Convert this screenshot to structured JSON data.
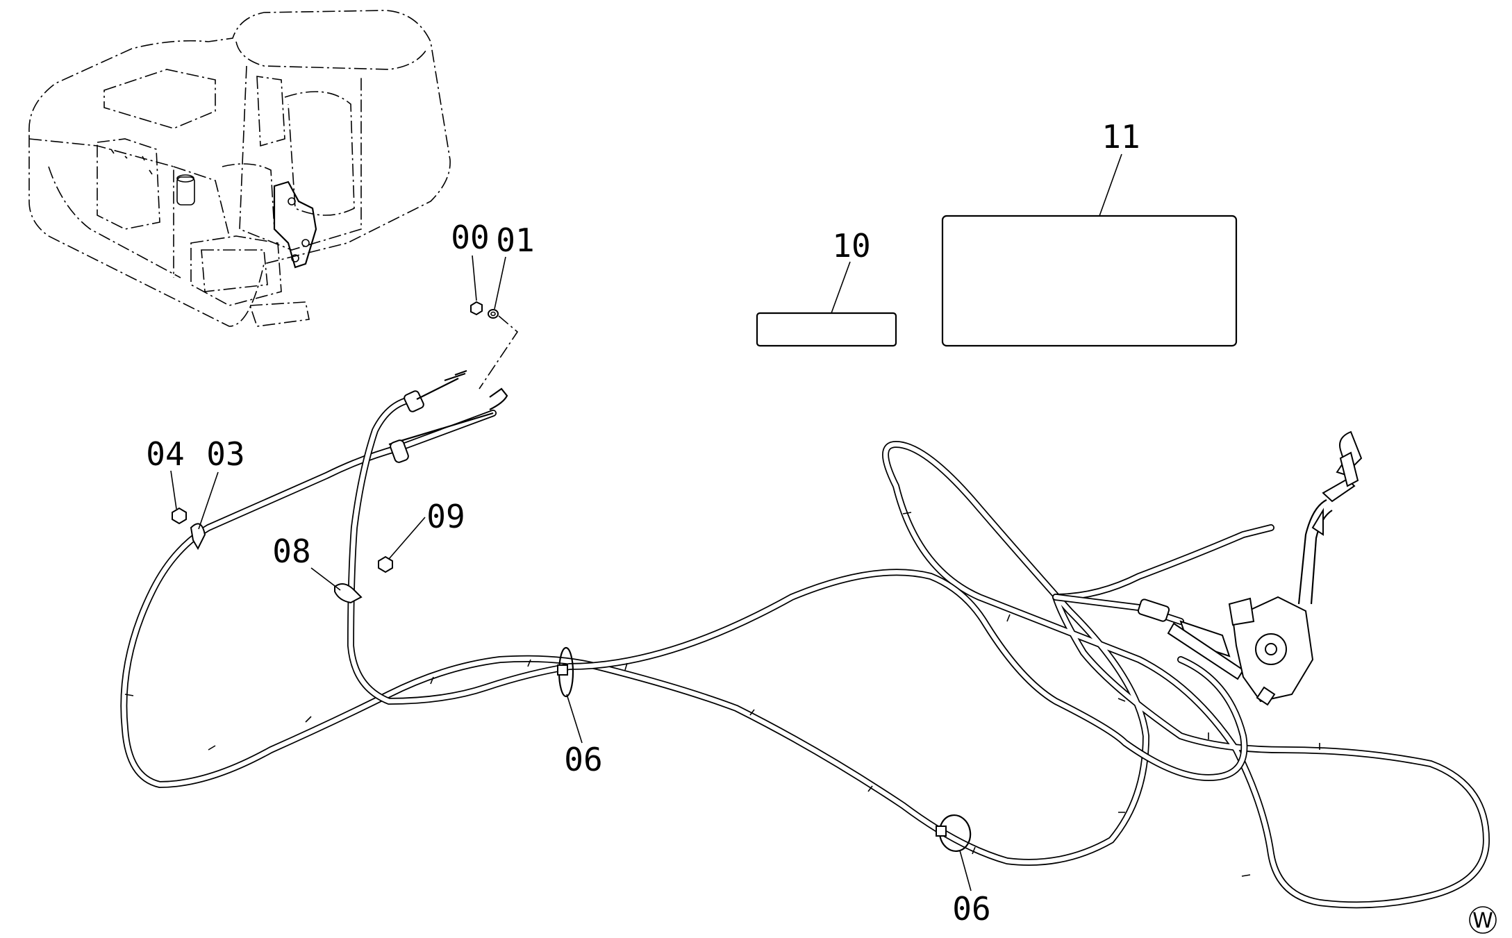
{
  "diagram": {
    "callouts": [
      {
        "id": "c00",
        "label": "00"
      },
      {
        "id": "c01",
        "label": "01"
      },
      {
        "id": "c03",
        "label": "03"
      },
      {
        "id": "c04",
        "label": "04"
      },
      {
        "id": "c06a",
        "label": "06"
      },
      {
        "id": "c06b",
        "label": "06"
      },
      {
        "id": "c08",
        "label": "08"
      },
      {
        "id": "c09",
        "label": "09"
      },
      {
        "id": "c10",
        "label": "10"
      },
      {
        "id": "c11",
        "label": "11"
      }
    ],
    "watermark": "W"
  }
}
